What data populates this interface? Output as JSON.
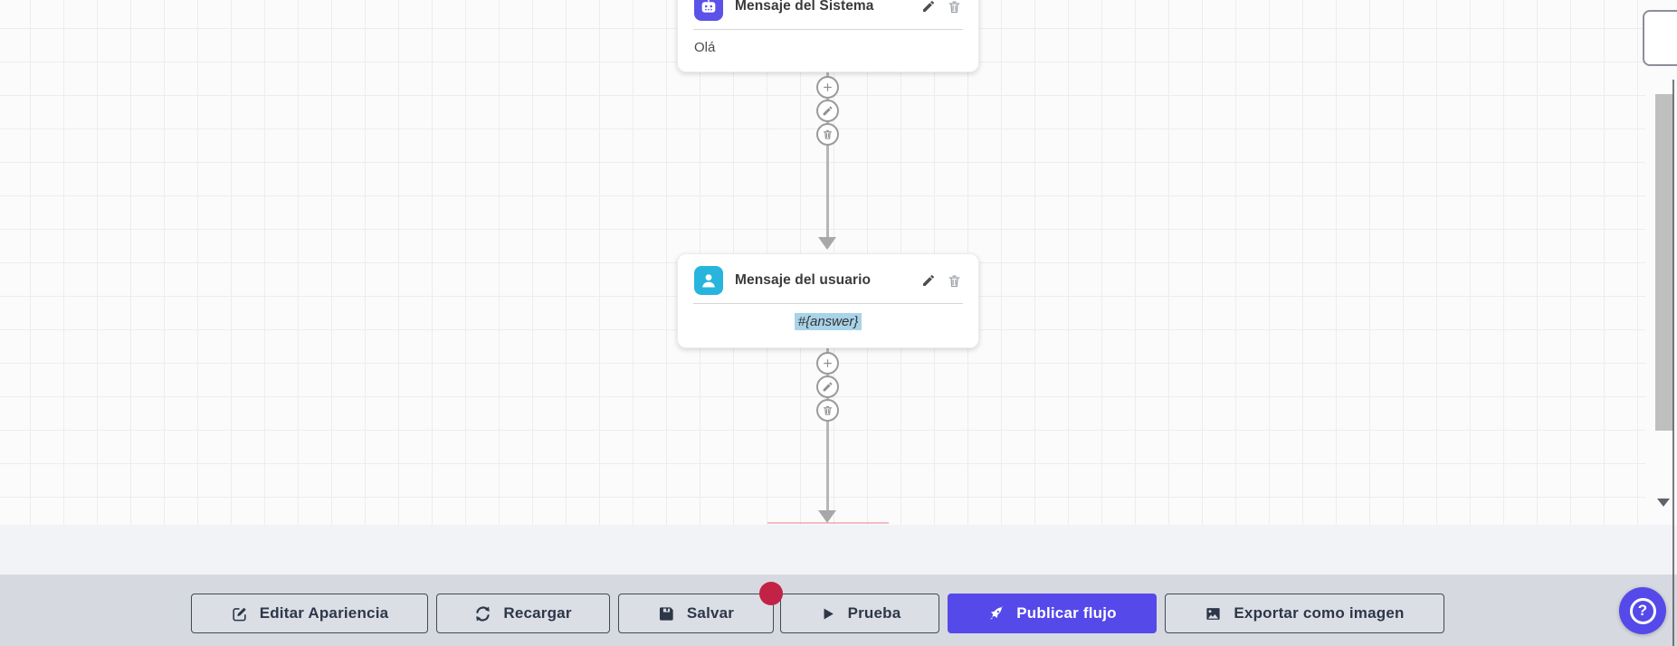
{
  "canvas": {
    "nodes": [
      {
        "id": "system",
        "title": "Mensaje del Sistema",
        "body": "Olá",
        "icon": "robot-icon",
        "icon_bg": "#5b52e9",
        "actions": [
          "edit-icon",
          "trash-icon"
        ]
      },
      {
        "id": "user",
        "title": "Mensaje del usuario",
        "body": "#{answer}",
        "body_highlighted": true,
        "icon": "user-icon",
        "icon_bg": "#27b5dd",
        "actions": [
          "edit-icon",
          "trash-icon"
        ]
      }
    ],
    "connector_buttons": [
      "add-icon",
      "edit-icon",
      "trash-icon"
    ]
  },
  "toolbar": {
    "buttons": [
      {
        "label": "Editar Apariencia",
        "icon": "edit-square-icon"
      },
      {
        "label": "Recargar",
        "icon": "refresh-icon"
      },
      {
        "label": "Salvar",
        "icon": "save-icon",
        "badge": "unsaved-dot"
      },
      {
        "label": "Prueba",
        "icon": "play-icon"
      },
      {
        "label": "Publicar flujo",
        "icon": "rocket-icon",
        "primary": true
      },
      {
        "label": "Exportar como imagen",
        "icon": "image-icon"
      }
    ]
  },
  "help": {
    "icon": "question-icon",
    "glyph": "?"
  },
  "colors": {
    "accent": "#5549e9",
    "robot-icon-bg": "#5b52e9",
    "user-icon-bg": "#27b5dd",
    "answer-highlight": "#a9d3e8",
    "unsaved-dot": "#c22245",
    "toolbar-bg": "#d7d9e0",
    "canvas-bg": "#fbfbfb"
  }
}
